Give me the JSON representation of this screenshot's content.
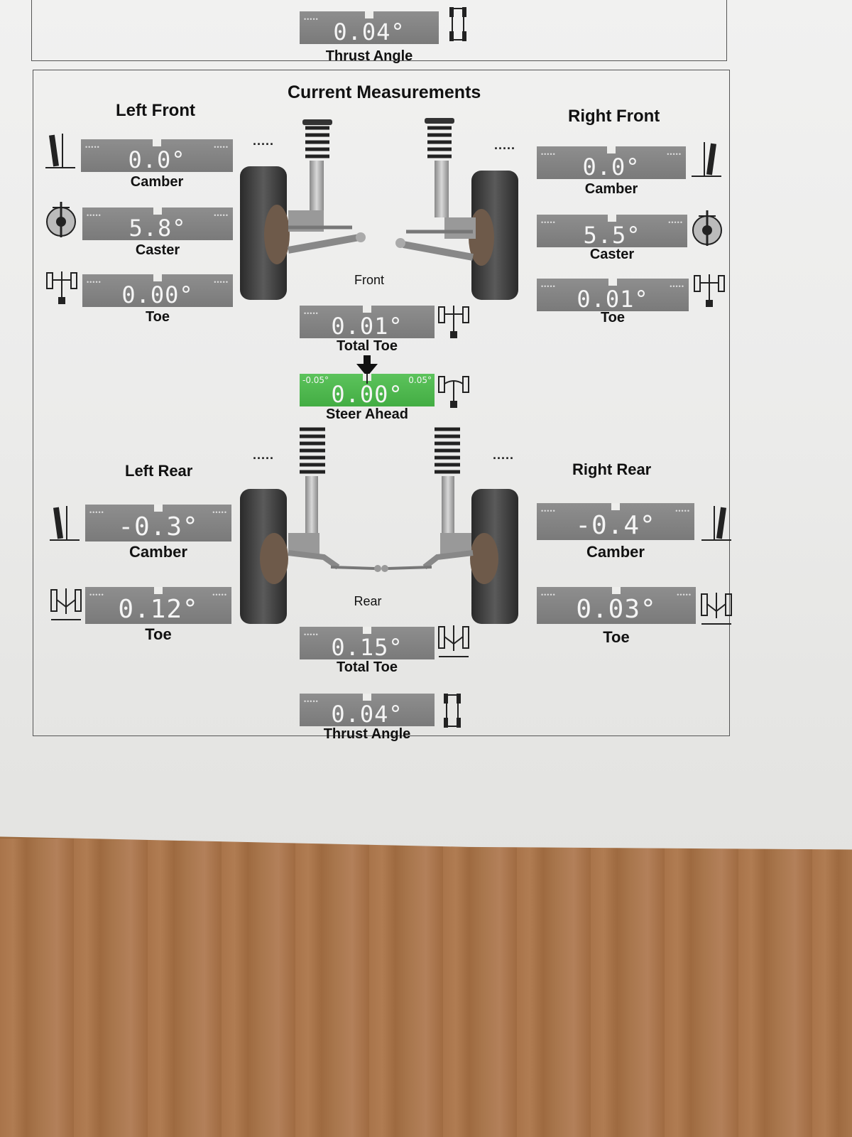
{
  "header": {
    "thrust_value": "0.04°",
    "thrust_label": "Thrust Angle"
  },
  "title": "Current Measurements",
  "left_front": {
    "heading": "Left Front",
    "camber_value": "0.0°",
    "camber_label": "Camber",
    "caster_value": "5.8°",
    "caster_label": "Caster",
    "toe_value": "0.00°",
    "toe_label": "Toe"
  },
  "right_front": {
    "heading": "Right Front",
    "camber_value": "0.0°",
    "camber_label": "Camber",
    "caster_value": "5.5°",
    "caster_label": "Caster",
    "toe_value": "0.01°",
    "toe_label": "Toe"
  },
  "front": {
    "axle_label": "Front",
    "total_toe_value": "0.01°",
    "total_toe_label": "Total Toe"
  },
  "steer": {
    "min": "-0.05°",
    "max": "0.05°",
    "value": "0.00°",
    "label": "Steer Ahead"
  },
  "left_rear": {
    "heading": "Left Rear",
    "camber_value": "-0.3°",
    "camber_label": "Camber",
    "toe_value": "0.12°",
    "toe_label": "Toe"
  },
  "right_rear": {
    "heading": "Right Rear",
    "camber_value": "-0.4°",
    "camber_label": "Camber",
    "toe_value": "0.03°",
    "toe_label": "Toe"
  },
  "rear": {
    "axle_label": "Rear",
    "total_toe_value": "0.15°",
    "total_toe_label": "Total Toe",
    "thrust_value": "0.04°",
    "thrust_label": "Thrust Angle"
  },
  "gauge_dots": "•••••",
  "separator": "....."
}
